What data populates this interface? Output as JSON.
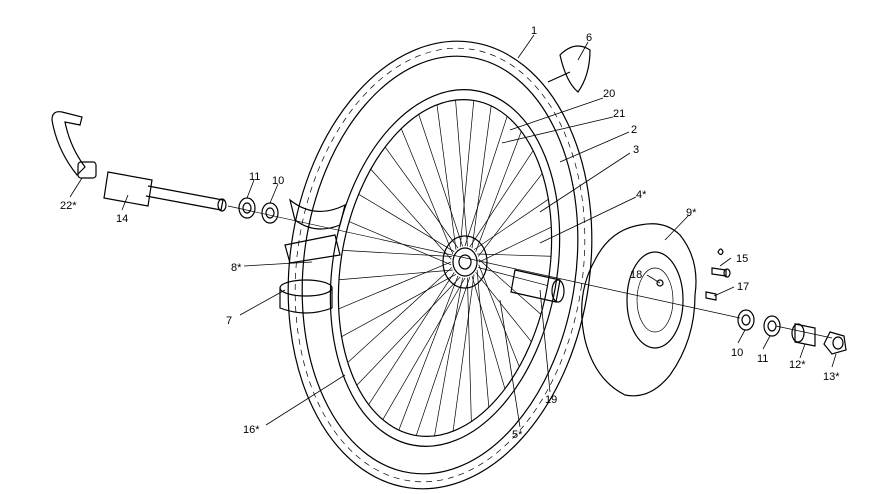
{
  "diagram": {
    "callouts": [
      {
        "id": "c1",
        "text": "1"
      },
      {
        "id": "c2",
        "text": "2"
      },
      {
        "id": "c3",
        "text": "3"
      },
      {
        "id": "c4",
        "text": "4*"
      },
      {
        "id": "c5",
        "text": "5*"
      },
      {
        "id": "c6",
        "text": "6"
      },
      {
        "id": "c7",
        "text": "7"
      },
      {
        "id": "c8",
        "text": "8*"
      },
      {
        "id": "c9",
        "text": "9*"
      },
      {
        "id": "c10a",
        "text": "10"
      },
      {
        "id": "c10b",
        "text": "10"
      },
      {
        "id": "c11a",
        "text": "11"
      },
      {
        "id": "c11b",
        "text": "11"
      },
      {
        "id": "c12",
        "text": "12*"
      },
      {
        "id": "c13",
        "text": "13*"
      },
      {
        "id": "c14",
        "text": "14"
      },
      {
        "id": "c15",
        "text": "15"
      },
      {
        "id": "c16",
        "text": "16*"
      },
      {
        "id": "c17",
        "text": "17"
      },
      {
        "id": "c18",
        "text": "18"
      },
      {
        "id": "c19",
        "text": "19"
      },
      {
        "id": "c20",
        "text": "20"
      },
      {
        "id": "c21",
        "text": "21"
      },
      {
        "id": "c22",
        "text": "22*"
      }
    ]
  }
}
